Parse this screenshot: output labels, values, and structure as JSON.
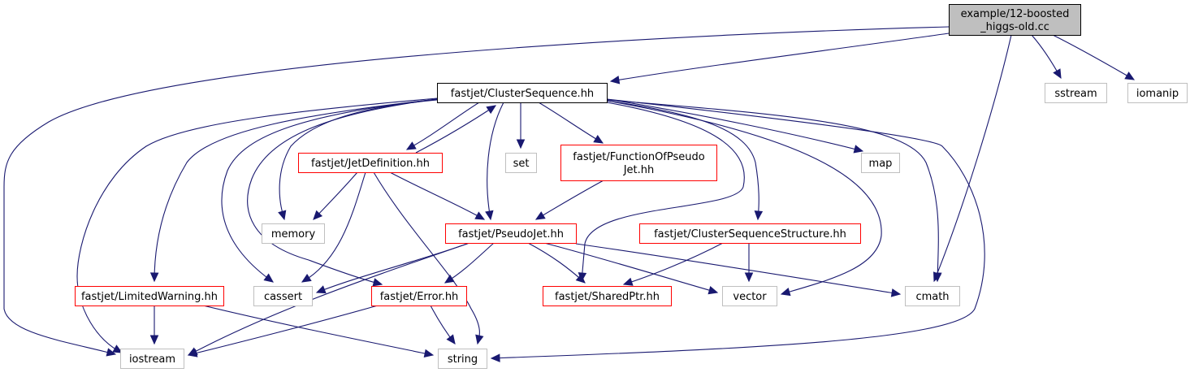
{
  "title": "Include dependency graph for example/12-boosted_higgs-old.cc",
  "colors": {
    "edge": "#191970",
    "root_fill": "#bfbfbf",
    "root_border": "#000000",
    "project_header_border": "#ff0000",
    "system_header_border": "#bfbfbf"
  },
  "nodes": [
    {
      "id": "root",
      "lines": [
        "example/12-boosted",
        "_higgs-old.cc"
      ],
      "kind": "root"
    },
    {
      "id": "ClusterSequence",
      "lines": [
        "fastjet/ClusterSequence.hh"
      ],
      "kind": "main"
    },
    {
      "id": "sstream",
      "lines": [
        "sstream"
      ],
      "kind": "sys"
    },
    {
      "id": "iomanip",
      "lines": [
        "iomanip"
      ],
      "kind": "sys"
    },
    {
      "id": "JetDefinition",
      "lines": [
        "fastjet/JetDefinition.hh"
      ],
      "kind": "proj"
    },
    {
      "id": "set",
      "lines": [
        "set"
      ],
      "kind": "sys"
    },
    {
      "id": "FunctionOfPseudoJet",
      "lines": [
        "fastjet/FunctionOfPseudo",
        "Jet.hh"
      ],
      "kind": "proj"
    },
    {
      "id": "map",
      "lines": [
        "map"
      ],
      "kind": "sys"
    },
    {
      "id": "memory",
      "lines": [
        "memory"
      ],
      "kind": "sys"
    },
    {
      "id": "PseudoJet",
      "lines": [
        "fastjet/PseudoJet.hh"
      ],
      "kind": "proj"
    },
    {
      "id": "ClusterSequenceStructure",
      "lines": [
        "fastjet/ClusterSequenceStructure.hh"
      ],
      "kind": "proj"
    },
    {
      "id": "LimitedWarning",
      "lines": [
        "fastjet/LimitedWarning.hh"
      ],
      "kind": "proj"
    },
    {
      "id": "cassert",
      "lines": [
        "cassert"
      ],
      "kind": "sys"
    },
    {
      "id": "Error",
      "lines": [
        "fastjet/Error.hh"
      ],
      "kind": "proj"
    },
    {
      "id": "SharedPtr",
      "lines": [
        "fastjet/SharedPtr.hh"
      ],
      "kind": "proj"
    },
    {
      "id": "vector",
      "lines": [
        "vector"
      ],
      "kind": "sys"
    },
    {
      "id": "cmath",
      "lines": [
        "cmath"
      ],
      "kind": "sys"
    },
    {
      "id": "iostream",
      "lines": [
        "iostream"
      ],
      "kind": "sys"
    },
    {
      "id": "string",
      "lines": [
        "string"
      ],
      "kind": "sys"
    }
  ],
  "edges": [
    [
      "root",
      "ClusterSequence"
    ],
    [
      "root",
      "sstream"
    ],
    [
      "root",
      "iomanip"
    ],
    [
      "root",
      "cmath"
    ],
    [
      "root",
      "iostream"
    ],
    [
      "ClusterSequence",
      "JetDefinition"
    ],
    [
      "ClusterSequence",
      "set"
    ],
    [
      "ClusterSequence",
      "FunctionOfPseudoJet"
    ],
    [
      "ClusterSequence",
      "map"
    ],
    [
      "ClusterSequence",
      "memory"
    ],
    [
      "ClusterSequence",
      "PseudoJet"
    ],
    [
      "ClusterSequence",
      "ClusterSequenceStructure"
    ],
    [
      "ClusterSequence",
      "LimitedWarning"
    ],
    [
      "ClusterSequence",
      "cassert"
    ],
    [
      "ClusterSequence",
      "Error"
    ],
    [
      "ClusterSequence",
      "SharedPtr"
    ],
    [
      "ClusterSequence",
      "vector"
    ],
    [
      "ClusterSequence",
      "cmath"
    ],
    [
      "ClusterSequence",
      "iostream"
    ],
    [
      "ClusterSequence",
      "string"
    ],
    [
      "JetDefinition",
      "ClusterSequence"
    ],
    [
      "JetDefinition",
      "memory"
    ],
    [
      "JetDefinition",
      "PseudoJet"
    ],
    [
      "JetDefinition",
      "cassert"
    ],
    [
      "JetDefinition",
      "string"
    ],
    [
      "FunctionOfPseudoJet",
      "PseudoJet"
    ],
    [
      "PseudoJet",
      "cassert"
    ],
    [
      "PseudoJet",
      "Error"
    ],
    [
      "PseudoJet",
      "SharedPtr"
    ],
    [
      "PseudoJet",
      "vector"
    ],
    [
      "PseudoJet",
      "cmath"
    ],
    [
      "PseudoJet",
      "iostream"
    ],
    [
      "ClusterSequenceStructure",
      "SharedPtr"
    ],
    [
      "ClusterSequenceStructure",
      "vector"
    ],
    [
      "LimitedWarning",
      "iostream"
    ],
    [
      "LimitedWarning",
      "string"
    ],
    [
      "Error",
      "iostream"
    ],
    [
      "Error",
      "string"
    ]
  ]
}
